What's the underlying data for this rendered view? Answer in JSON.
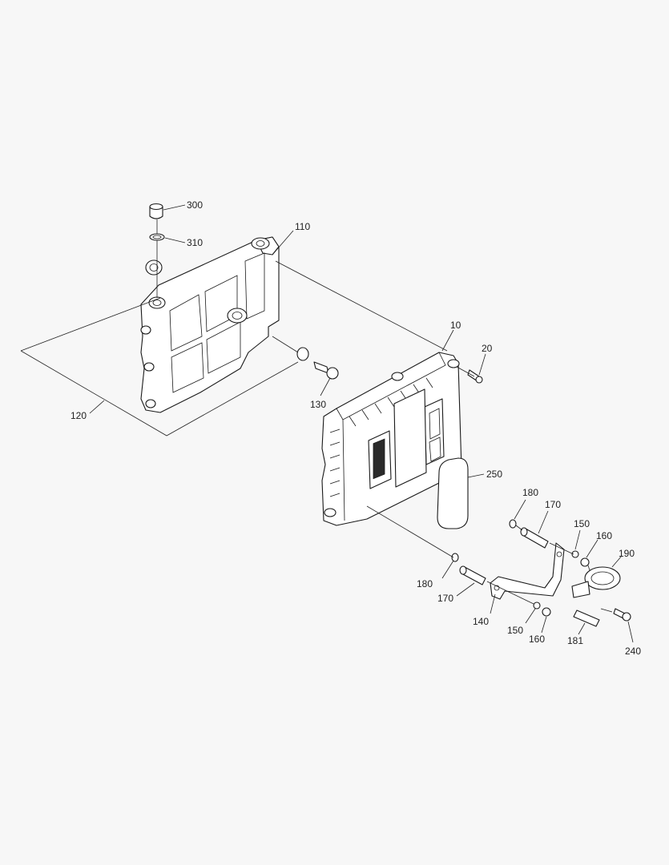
{
  "callouts": [
    {
      "id": "c300",
      "label": "300"
    },
    {
      "id": "c310",
      "label": "310"
    },
    {
      "id": "c110",
      "label": "110"
    },
    {
      "id": "c10",
      "label": "10"
    },
    {
      "id": "c20",
      "label": "20"
    },
    {
      "id": "c130",
      "label": "130"
    },
    {
      "id": "c120",
      "label": "120"
    },
    {
      "id": "c250",
      "label": "250"
    },
    {
      "id": "c180a",
      "label": "180"
    },
    {
      "id": "c170a",
      "label": "170"
    },
    {
      "id": "c150a",
      "label": "150"
    },
    {
      "id": "c160a",
      "label": "160"
    },
    {
      "id": "c190",
      "label": "190"
    },
    {
      "id": "c180b",
      "label": "180"
    },
    {
      "id": "c170b",
      "label": "170"
    },
    {
      "id": "c140",
      "label": "140"
    },
    {
      "id": "c150b",
      "label": "150"
    },
    {
      "id": "c160b",
      "label": "160"
    },
    {
      "id": "c181",
      "label": "181"
    },
    {
      "id": "c240",
      "label": "240"
    }
  ],
  "colors": {
    "background": "#f7f7f7",
    "ink": "#1a1a1a"
  }
}
